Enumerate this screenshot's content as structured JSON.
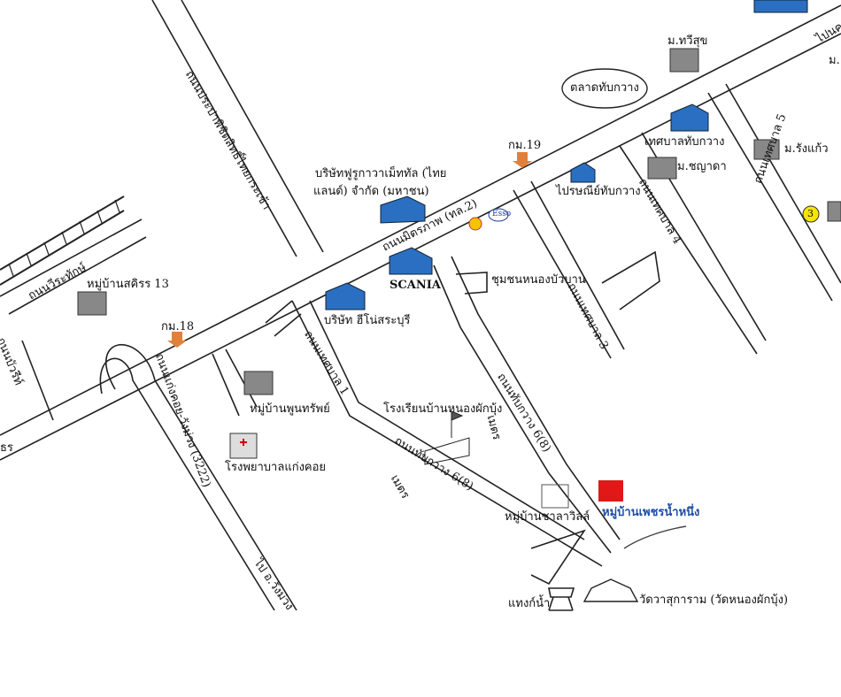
{
  "map": {
    "roads": {
      "main_road": "ถนนมิตรภาพ (ทล.2)",
      "road_north_left": "ถนนประปาพิชิตสิทธิ์ไทยกระเช้า",
      "road_left": "ถนนวีระทักษ์",
      "road_left2": "ถนนบัวรีท์",
      "road_1": "ถนนเทศบาล 1",
      "road_2": "ถนนทับกวาง 6(8)",
      "road_2b": "ถนนทับกวาง 6(8)",
      "road_3": "ถนนเทศบาล 3",
      "road_4": "ถนนเทศบาล 4",
      "road_5": "ถนนเทศบาล 5",
      "road_6": "ถนนแก่งคอย-วังม่วง (3222)",
      "road_7": "ไป อ.วังม่วง",
      "road_ne": "ไปนค",
      "meters_1": "เมตร",
      "meters_2": "เมตร"
    },
    "landmarks": {
      "thap_kwang_market": "ตลาดทับกวาง",
      "km19": "กม.19",
      "km18": "กม.18",
      "furukawa": "บริษัทฟูรูกาวาเม็ททัล (ไทย",
      "furukawa2": "แลนด์) จำกัด (มหาชน)",
      "scania": "SCANIA",
      "hino": "บริษัท ฮีโน่สระบุรี",
      "municipality": "เทศบาลทับกวาง",
      "post_office": "ไปรษณีย์ทับกวาง",
      "community": "ชุมชนหนองบัวบาน",
      "school": "โรงเรียนบ้านหนองผักบุ้ง",
      "hospital": "โรงพยาบาลแก่งคอย",
      "moo_sakirin": "หมู่บ้านสคิรร 13",
      "moo_phunsap": "หมู่บ้านพูนทรัพย์",
      "moo_chalavilla": "หมู่บ้านชาลาวิลล์",
      "target": "หมู่บ้านเพชรน้ำหนึ่ง",
      "water_tower": "แทงก์น้ำ",
      "temple": "วัดวาสุการาม (วัดหนองผักบุ้ง)",
      "m_thawisuk": "ม.ทวีสุข",
      "m_m": "ม.",
      "m_chayada": "ม.ชญาดา",
      "m_rungkaew": "ม.รังแก้ว",
      "esso": "Esso",
      "marker_3": "3",
      "left_edge": "ธร"
    },
    "colors": {
      "road_stroke": "#222222",
      "building_blue": "#2a6fc1",
      "target_red": "#e01818",
      "km_arrow": "#e0803a"
    }
  }
}
